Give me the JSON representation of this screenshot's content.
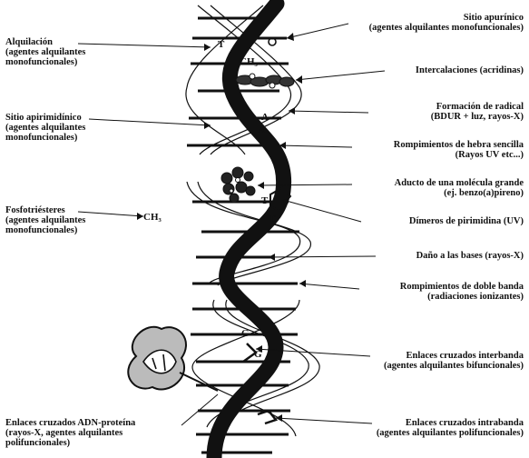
{
  "left_labels": {
    "alquilacion": [
      "Alquilación",
      "(agentes alquilantes",
      "monofuncionales)"
    ],
    "sitio_apirimidinico": [
      "Sitio apirimidínico",
      "(agentes alquilantes",
      "monofuncionales)"
    ],
    "fosfotriesteres": [
      "Fosfotriésteres",
      "(agentes alquilantes",
      "monofuncionales)"
    ],
    "enlaces_adn_proteina": [
      "Enlaces cruzados ADN-proteína",
      "(rayos-X, agentes alquilantes",
      "polifuncionales)"
    ]
  },
  "right_labels": {
    "sitio_apurinico": [
      "Sitio apurínico",
      "(agentes alquilantes monofuncionales)"
    ],
    "intercalaciones": [
      "Intercalaciones (acridinas)"
    ],
    "formacion_radical": [
      "Formación de radical",
      "(BDUR + luz, rayos-X)"
    ],
    "rompimientos_hebra_sencilla": [
      "Rompimientos de hebra sencilla",
      "(Rayos UV etc...)"
    ],
    "aducto": [
      "Aducto de una molécula grande",
      "(ej. benzo(a)pireno)"
    ],
    "dimeros": [
      "Dímeros de pirimidina (UV)"
    ],
    "dano_bases": [
      "Daño a las bases (rayos-X)"
    ],
    "rompimientos_doble_banda": [
      "Rompimientos de doble banda",
      "(radiaciones ionizantes)"
    ],
    "interbanda": [
      "Enlaces cruzados interbanda",
      "(agentes alquilantes bifuncionales)"
    ],
    "intrabanda": [
      "Enlaces cruzados intrabanda",
      "(agentes alquilantes polifuncionales)"
    ]
  },
  "helix_marks": {
    "t_top": "T",
    "ch3_top": "CH₃",
    "a_upper": "A",
    "a_lower": "A",
    "ch3_mid": "CH₃",
    "t_dimer_upper": "T",
    "t_dimer_lower": "T",
    "g_upper": "G",
    "g_lower": "G"
  },
  "colors": {
    "ink": "#111111",
    "background": "#ffffff"
  }
}
